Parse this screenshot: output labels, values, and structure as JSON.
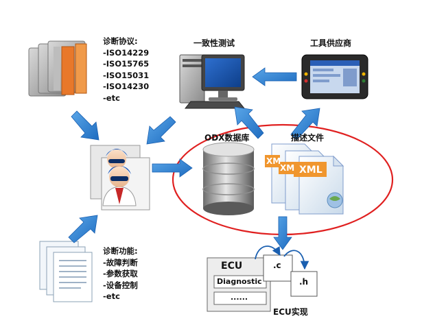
{
  "protocols": {
    "title": "诊断协议:",
    "items": [
      "-ISO14229",
      "-ISO15765",
      "-ISO15031",
      "-ISO14230",
      "-etc"
    ]
  },
  "functions": {
    "title": "诊断功能:",
    "items": [
      "-故障判断",
      "-参数获取",
      "-设备控制",
      "-etc"
    ]
  },
  "conformance_test": "一致性测试",
  "tool_vendor": "工具供应商",
  "odx_database": "ODX数据库",
  "description_files": "描述文件",
  "xml_labels": [
    "XM",
    "XM",
    "XML"
  ],
  "ecu": {
    "title": "ECU",
    "field": "Diagnostic",
    "dots": "......",
    "file_c": ".c",
    "file_h": ".h",
    "caption": "ECU实现"
  },
  "colors": {
    "arrow": "#2f7fd0",
    "ellipse": "#e02020",
    "xml_tag": "#f0962e",
    "binder": "#e8782a"
  }
}
